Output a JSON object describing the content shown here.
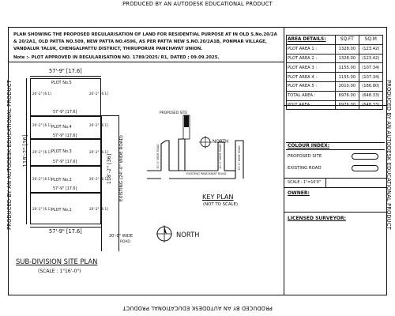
{
  "watermark": "PRODUCED BY AN AUTODESK EDUCATIONAL PRODUCT",
  "title": {
    "line1": "PLAN SHOWING THE PROPOSED REGULARISATION OF LAND FOR RESIDENTIAL PURPOSE AT IN OLD S.No.20/2A",
    "line2": "& 20/2A1, OLD PATTA NO.509, NEW PATTA NO.4596, AS PER PATTA NEW S.NO.20/2A1B, PONMAR VILLAGE,",
    "line3": "VANDALUR TALUK, CHENGALPATTU DISTRICT, THIRUPORUR PANCHAYAT UNION."
  },
  "note": "Note :- PLOT APPROVED IN REGULARISATION NO. 1789/2025/ R1, DATED ; 09.09.2025.",
  "site_plan": {
    "top_dim": "57'-9\" [17.6]",
    "bottom_dim": "57'-9\" [17.6]",
    "left_dim": "118'-2\" [36]",
    "right_dim": "118'-2\" [36]",
    "road_label": "EXISTING (24'-0\" WIDE ROAD)",
    "plots": [
      {
        "label": "PLOT No.5",
        "dim": "57'-9\" [17.6]",
        "side": "20'-2\" [6.1]"
      },
      {
        "label": "PLOT No.4",
        "dim": "57'-9\" [17.6]",
        "side": "20'-2\" [6.1]"
      },
      {
        "label": "PLOT No.3",
        "dim": "57'-9\" [17.6]",
        "side": "20'-2\" [6.1]"
      },
      {
        "label": "PLOT No.2",
        "dim": "57'-9\" [17.6]",
        "side": "20'-2\" [6.1]"
      },
      {
        "label": "PLOT No.1",
        "dim": "",
        "side": "20'-2\" [6.1]"
      }
    ],
    "wide_road_l1": "30'-0\" WIDE",
    "wide_road_l2": "ROAD",
    "north": "NORTH",
    "title": "SUB-DIVISION SITE PLAN",
    "scale": "(SCALE : 1\"16'-0\")"
  },
  "key_plan": {
    "proposed_site": "PROPOSED SITE",
    "north": "NORTH",
    "road_label": "EXISTING PANCHAYAT ROAD",
    "side_road": "30'-0\" WIDE ROAD",
    "title": "KEY PLAN",
    "subtitle": "(NOT TO SCALE)"
  },
  "area_details": {
    "heading": "AREA DETAILS:",
    "col_sqft": "SQ.FT",
    "col_sqm": "SQ.M",
    "rows": [
      {
        "name": "PLOT AREA 1",
        "sep": ":",
        "sqft": "1328.00",
        "sqm": "(123.42)"
      },
      {
        "name": "PLOT AREA 2",
        "sep": ":",
        "sqft": "1328.00",
        "sqm": "(123.42)"
      },
      {
        "name": "PLOT AREA 3",
        "sep": ":",
        "sqft": "1155.00",
        "sqm": "(107.34)"
      },
      {
        "name": "PLOT AREA 4",
        "sep": ":",
        "sqft": "1155.00",
        "sqm": "(107.34)"
      },
      {
        "name": "PLOT AREA 5",
        "sep": ":",
        "sqft": "2010.00",
        "sqm": "(186.80)"
      },
      {
        "name": "TOTAL AREA",
        "sep": ":",
        "sqft": "6976.00",
        "sqm": "(648.33)"
      },
      {
        "name": "POLT AREA",
        "sep": ":",
        "sqft": "6976.00",
        "sqm": "(648.33)"
      }
    ]
  },
  "colour_index": {
    "heading": "COLOUR INDEX:",
    "proposed": "PROPOSED SITE",
    "existing": "EXISTING ROAD"
  },
  "scale_box": "SCALE : 1\"=16'0\"",
  "owner_heading": "OWNER:",
  "surveyor_heading": "LICENSED SURVEYOR:"
}
